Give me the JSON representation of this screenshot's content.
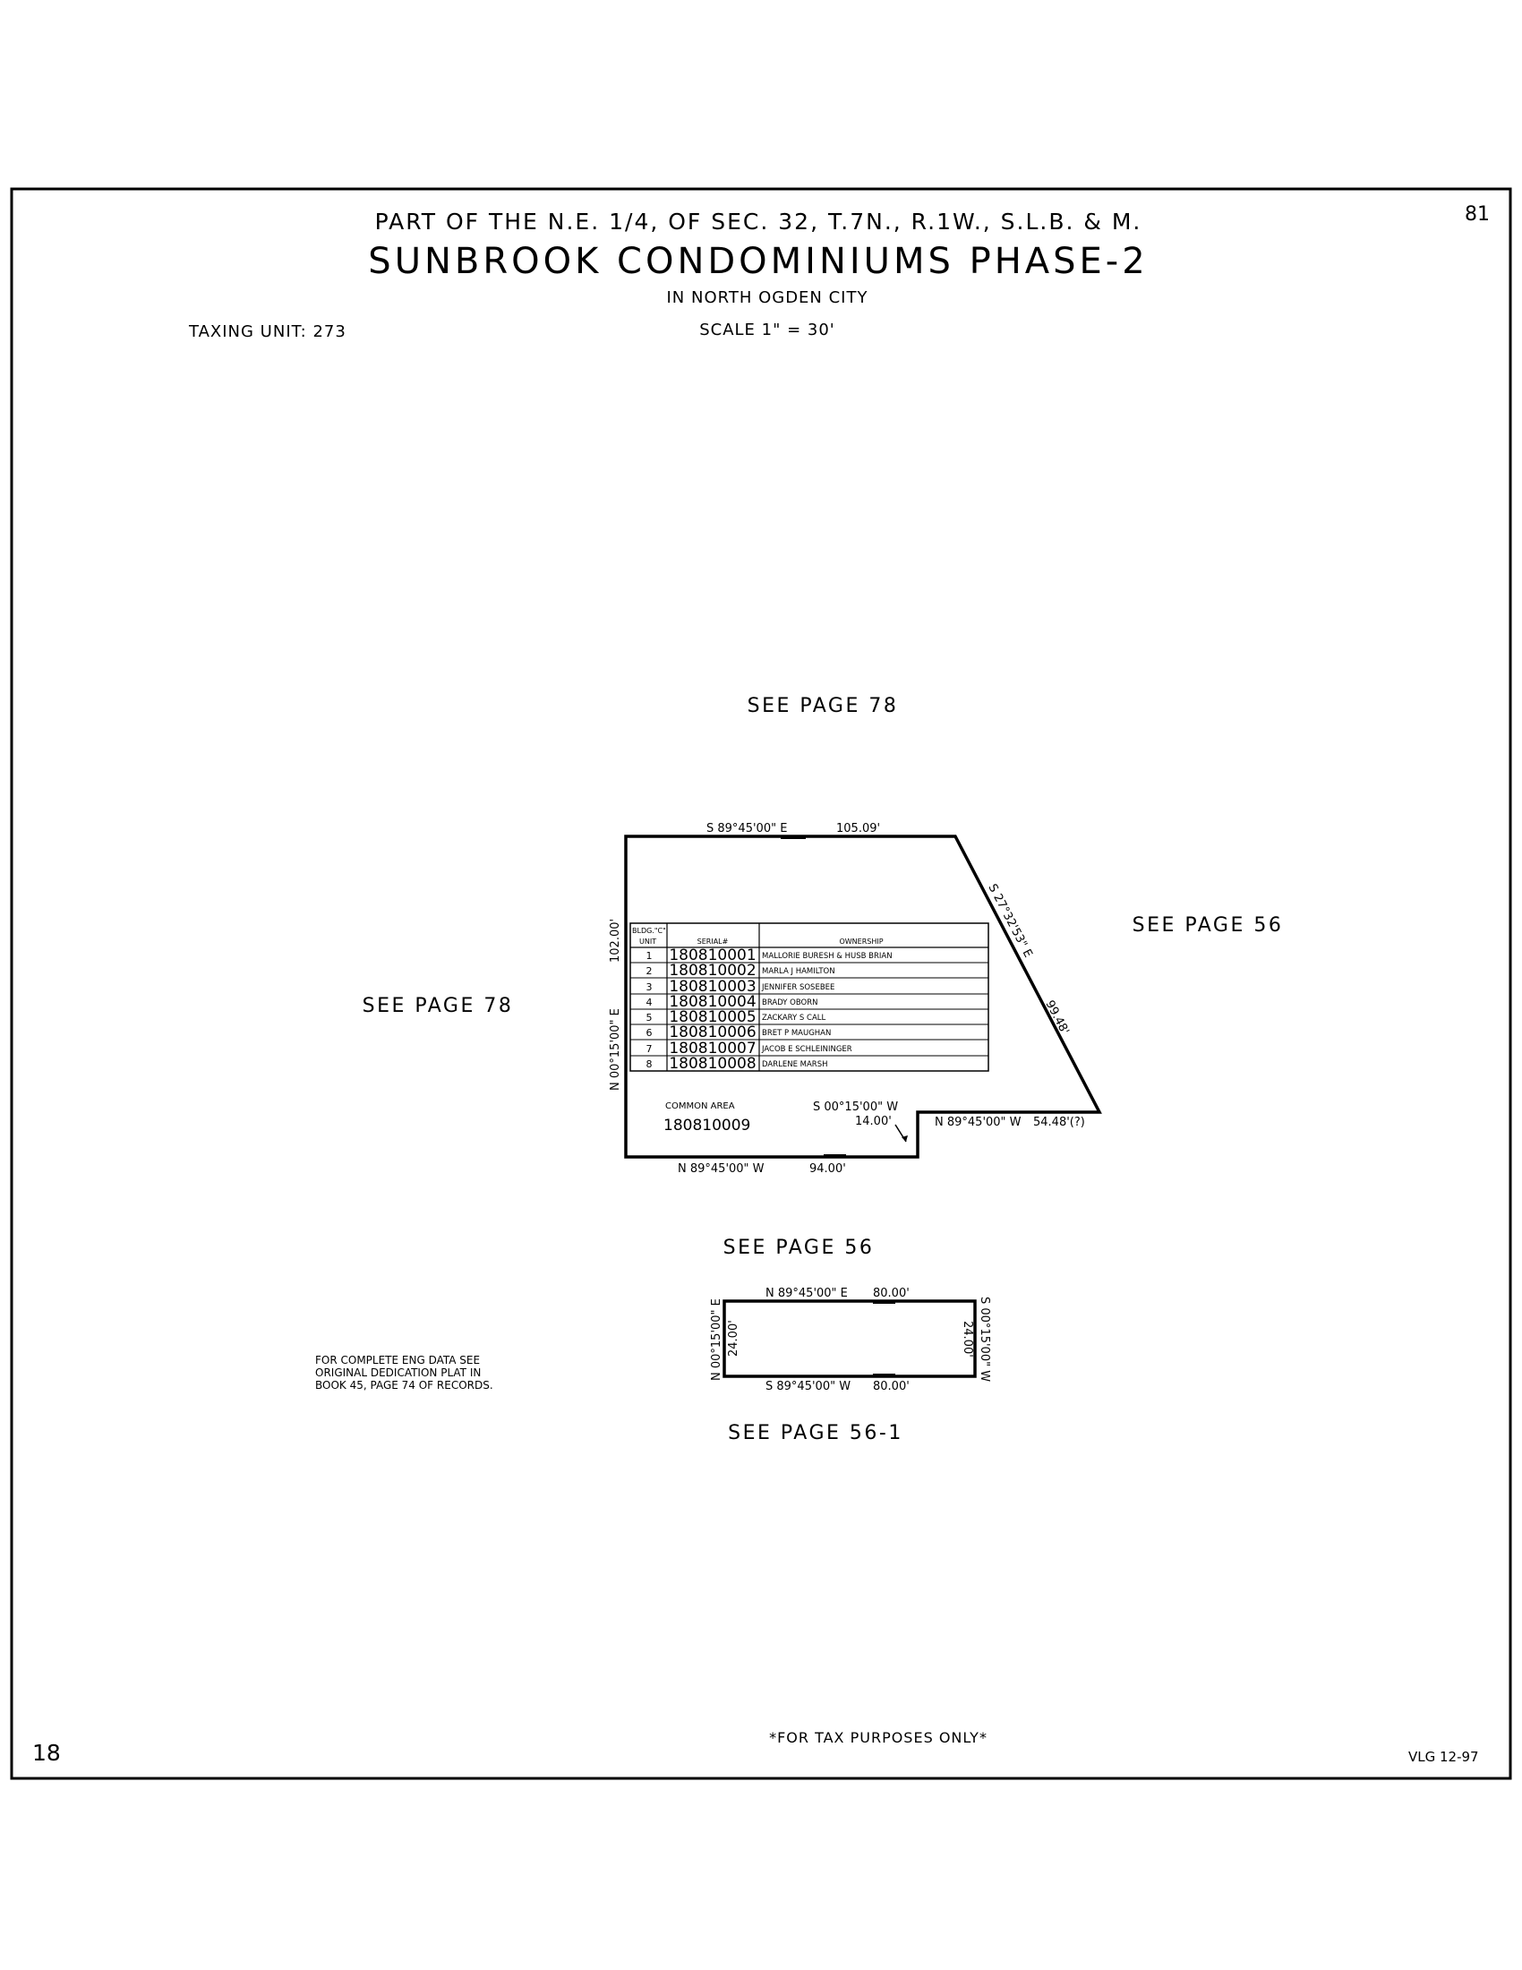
{
  "header": {
    "page_number": "81",
    "location_line": "PART OF THE N.E. 1/4, OF SEC. 32, T.7N., R.1W., S.L.B. & M.",
    "title": "SUNBROOK CONDOMINIUMS PHASE-2",
    "city": "IN NORTH OGDEN CITY",
    "scale": "SCALE 1\" = 30'",
    "taxing_unit": "TAXING UNIT: 273"
  },
  "adjacent_refs": {
    "north": "SEE PAGE 78",
    "west": "SEE PAGE 78",
    "east": "SEE PAGE 56",
    "south": "SEE PAGE 56",
    "bottom": "SEE PAGE 56-1"
  },
  "main_parcel": {
    "north_bearing": "S 89°45'00\" E",
    "north_distance": "105.09'",
    "east_diag_label": "S 27°32'53\" E",
    "east_diag_distance": "99.48'",
    "west_bearing": "N 00°15'00\" E",
    "west_distance": "102.00'",
    "step_east_bearing": "N 89°45'00\" W",
    "step_east_distance": "54.48'(?)",
    "step_south_bearing": "S 00°15'00\" W",
    "step_south_distance": "14.00'",
    "south_bearing": "N 89°45'00\" W",
    "south_distance": "94.00'",
    "common_area_label": "COMMON AREA",
    "common_area_serial": "180810009"
  },
  "unit_table": {
    "header_bldg": "BLDG.\"C\"",
    "header_unit": "UNIT",
    "header_serial": "SERIAL#",
    "header_owner": "OWNERSHIP",
    "rows": [
      {
        "unit": "1",
        "serial": "180810001",
        "owner": "MALLORIE BURESH & HUSB BRIAN"
      },
      {
        "unit": "2",
        "serial": "180810002",
        "owner": "MARLA J HAMILTON"
      },
      {
        "unit": "3",
        "serial": "180810003",
        "owner": "JENNIFER SOSEBEE"
      },
      {
        "unit": "4",
        "serial": "180810004",
        "owner": "BRADY OBORN"
      },
      {
        "unit": "5",
        "serial": "180810005",
        "owner": "ZACKARY S CALL"
      },
      {
        "unit": "6",
        "serial": "180810006",
        "owner": "BRET P MAUGHAN"
      },
      {
        "unit": "7",
        "serial": "180810007",
        "owner": "JACOB E SCHLEININGER"
      },
      {
        "unit": "8",
        "serial": "180810008",
        "owner": "DARLENE MARSH"
      }
    ]
  },
  "small_parcel": {
    "north_bearing": "N 89°45'00\" E",
    "north_distance": "80.00'",
    "south_bearing": "S 89°45'00\" W",
    "south_distance": "80.00'",
    "west_bearing": "N 00°15'00\" E",
    "west_distance": "24.00'",
    "east_bearing": "S 00°15'00\" W",
    "east_distance": "24.00'"
  },
  "notes": {
    "eng_data": [
      "FOR COMPLETE ENG DATA SEE",
      "ORIGINAL DEDICATION PLAT IN",
      "BOOK 45, PAGE 74 OF RECORDS."
    ],
    "tax_purposes": "*FOR TAX PURPOSES ONLY*",
    "sheet_number": "18",
    "drafter": "VLG 12-97"
  }
}
